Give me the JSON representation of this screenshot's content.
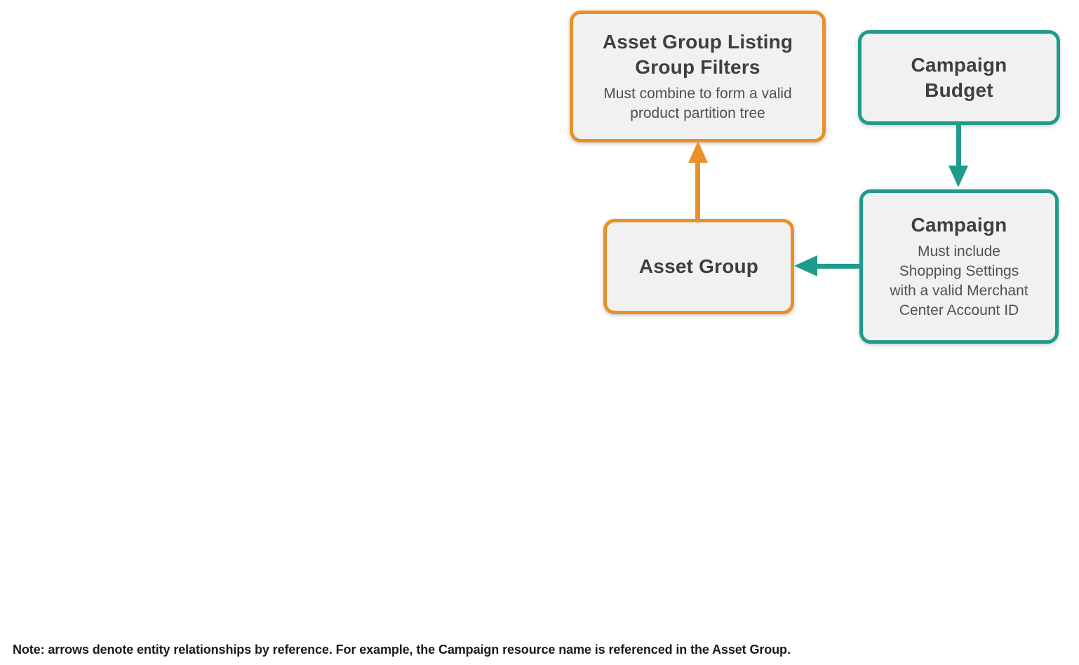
{
  "diagram": {
    "nodes": {
      "listing_filters": {
        "title": "Asset Group Listing Group Filters",
        "subtitle": "Must combine to form a valid product partition tree",
        "accent": "orange"
      },
      "campaign_budget": {
        "title": "Campaign Budget",
        "accent": "teal"
      },
      "asset_group": {
        "title": "Asset Group",
        "accent": "orange"
      },
      "campaign": {
        "title": "Campaign",
        "subtitle": "Must include Shopping Settings with a valid Merchant Center Account ID",
        "accent": "teal"
      }
    },
    "edges": [
      {
        "from": "asset_group",
        "to": "listing_filters",
        "color": "orange",
        "direction": "up"
      },
      {
        "from": "campaign_budget",
        "to": "campaign",
        "color": "teal",
        "direction": "down"
      },
      {
        "from": "campaign",
        "to": "asset_group",
        "color": "teal",
        "direction": "left"
      }
    ]
  },
  "colors": {
    "orange": "#E8912C",
    "teal": "#1E9B8A",
    "node_background": "#F1F1F2",
    "title_text": "#3C4043",
    "subtitle_text": "#4D5156",
    "note_text": "#1A1A1A"
  },
  "note": "Note: arrows denote entity relationships by reference. For example, the Campaign resource name is referenced in the Asset Group."
}
